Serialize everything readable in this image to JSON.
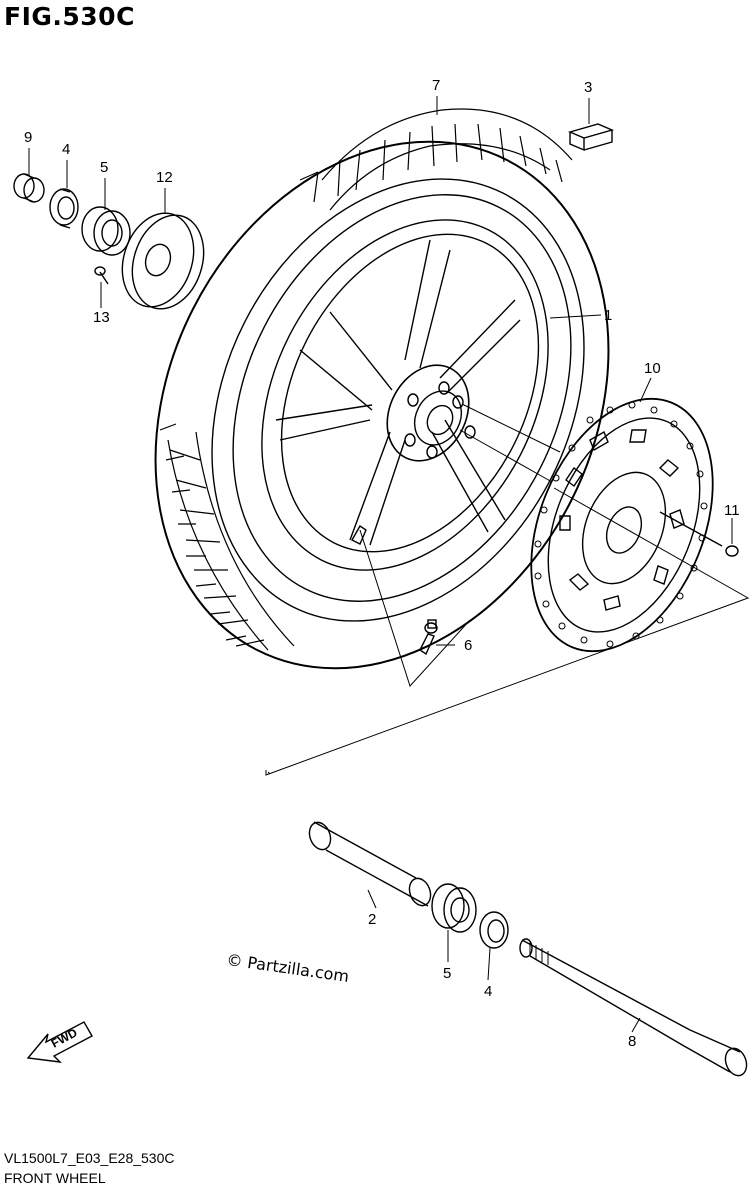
{
  "figure": {
    "title": "FIG.530C",
    "code": "VL1500L7_E03_E28_530C",
    "name": "FRONT WHEEL",
    "watermark": "© Partzilla.com",
    "fwd_label": "FWD"
  },
  "callouts": {
    "p1": "1",
    "p2": "2",
    "p3": "3",
    "p4a": "4",
    "p4b": "4",
    "p5a": "5",
    "p5b": "5",
    "p6": "6",
    "p7": "7",
    "p8": "8",
    "p9": "9",
    "p10": "10",
    "p11": "11",
    "p12": "12",
    "p13": "13"
  },
  "colors": {
    "line": "#000000",
    "background": "#ffffff"
  }
}
